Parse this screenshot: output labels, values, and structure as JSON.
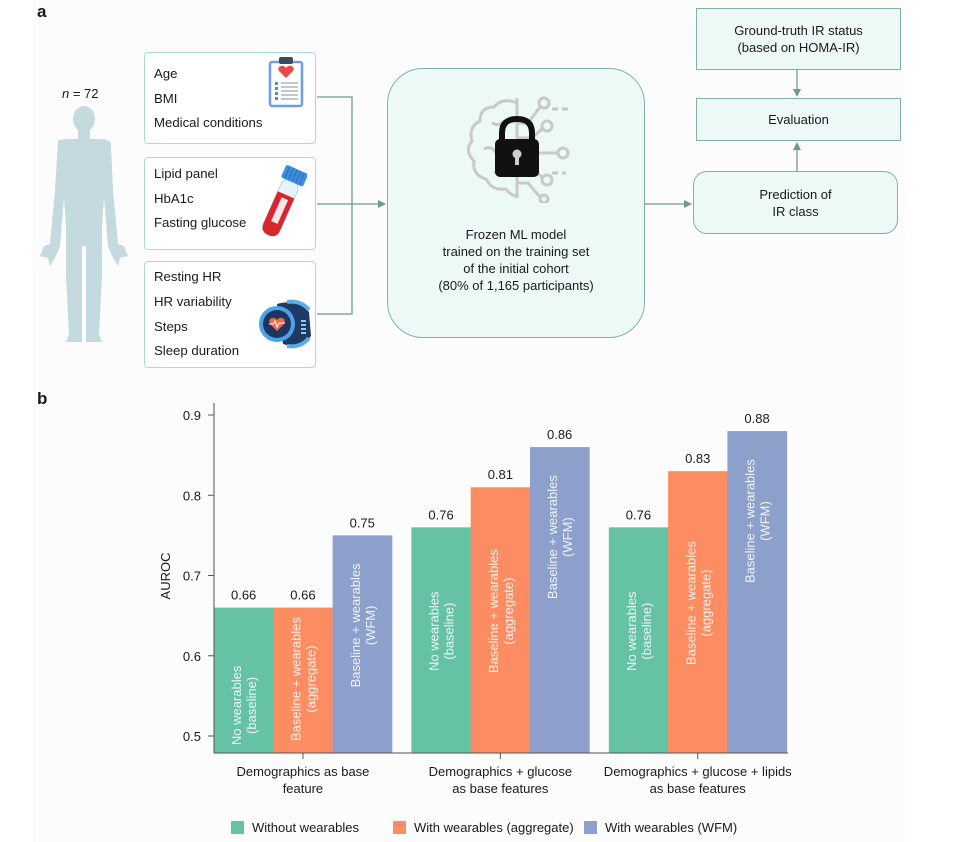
{
  "panel_a": {
    "letter": "a",
    "cohort_label_var": "n",
    "cohort_label_value": " = 72",
    "feature_groups": [
      {
        "name": "demographics",
        "icon": "clipboard-icon",
        "items": [
          "Age",
          "BMI",
          "Medical conditions"
        ]
      },
      {
        "name": "blood-tests",
        "icon": "blood-tube-icon",
        "items": [
          "Lipid panel",
          "HbA1c",
          "Fasting glucose"
        ]
      },
      {
        "name": "wearables",
        "icon": "smartwatch-icon",
        "items": [
          "Resting HR",
          "HR variability",
          "Steps",
          "Sleep duration"
        ]
      }
    ],
    "model": {
      "icon": "brain-lock-icon",
      "lines": [
        "Frozen ML model",
        "trained on the training set",
        "of the initial cohort",
        "(80% of 1,165 participants)"
      ]
    },
    "ground_truth": {
      "lines": [
        "Ground-truth IR status",
        "(based on HOMA-IR)"
      ]
    },
    "evaluation": {
      "lines": [
        "Evaluation"
      ]
    },
    "prediction": {
      "lines": [
        "Prediction of",
        "IR class"
      ]
    }
  },
  "panel_b": {
    "letter": "b"
  },
  "chart_data": {
    "type": "bar",
    "title": "",
    "xlabel": "",
    "ylabel": "AUROC",
    "ylim": [
      0.48,
      0.91
    ],
    "yticks": [
      0.5,
      0.6,
      0.7,
      0.8,
      0.9
    ],
    "ytick_labels": [
      "0.5",
      "0.6",
      "0.7",
      "0.8",
      "0.9"
    ],
    "grid": false,
    "legend_position": "bottom",
    "categories": [
      [
        "Demographics as base",
        "feature"
      ],
      [
        "Demographics + glucose",
        "as base features"
      ],
      [
        "Demographics + glucose + lipids",
        "as base features"
      ]
    ],
    "series": [
      {
        "name": "Without wearables",
        "color": "#66c2a5",
        "bar_label": [
          "No wearables",
          "(baseline)"
        ],
        "values": [
          0.66,
          0.76,
          0.76
        ],
        "value_labels": [
          "0.66",
          "0.76",
          "0.76"
        ]
      },
      {
        "name": "With wearables (aggregate)",
        "color": "#fc8d62",
        "bar_label": [
          "Baseline + wearables",
          "(aggregate)"
        ],
        "values": [
          0.66,
          0.81,
          0.83
        ],
        "value_labels": [
          "0.66",
          "0.81",
          "0.83"
        ]
      },
      {
        "name": "With wearables (WFM)",
        "color": "#8da0cb",
        "bar_label": [
          "Baseline + wearables",
          "(WFM)"
        ],
        "values": [
          0.75,
          0.86,
          0.88
        ],
        "value_labels": [
          "0.75",
          "0.86",
          "0.88"
        ]
      }
    ]
  }
}
